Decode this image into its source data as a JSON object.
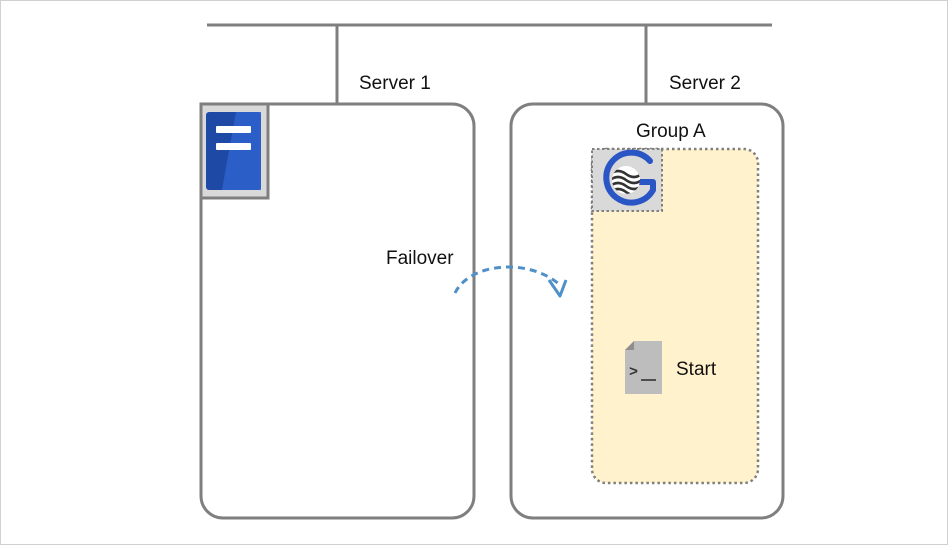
{
  "servers": [
    {
      "label": "Server 1"
    },
    {
      "label": "Server 2"
    }
  ],
  "group": {
    "label": "Group A"
  },
  "failover": {
    "label": "Failover"
  },
  "script_resource": {
    "label": "Start"
  },
  "icons": {
    "server_status": "server-status-icon",
    "group_resource": "cluster-group-icon",
    "script": "script-file-icon",
    "failover_arrow": "failover-arrow-icon"
  },
  "colors": {
    "border": "#7f7f7f",
    "group_fill": "#fff2cc",
    "arrow": "#4f90c8",
    "server_icon_blue": "#1e4aa6",
    "cluster_icon_blue": "#2a55c5"
  }
}
